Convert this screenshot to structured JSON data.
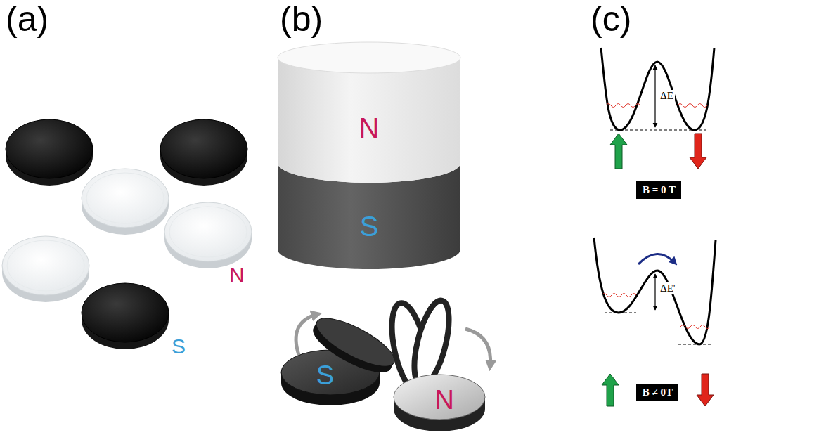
{
  "diagram": {
    "nodes": [
      {
        "text": [
          "N"
        ]
      },
      {
        "text": [
          "S"
        ]
      },
      {
        "text": [
          "S"
        ]
      },
      {
        "text": [
          "N"
        ]
      },
      {
        "text": [
          "B = 0 T"
        ]
      },
      {
        "text": [
          "B ≠ 0T"
        ]
      }
    ],
    "labels": [
      "(a)",
      "(b)",
      "(c)",
      "N",
      "S",
      "ΔE",
      "ΔE'"
    ]
  }
}
